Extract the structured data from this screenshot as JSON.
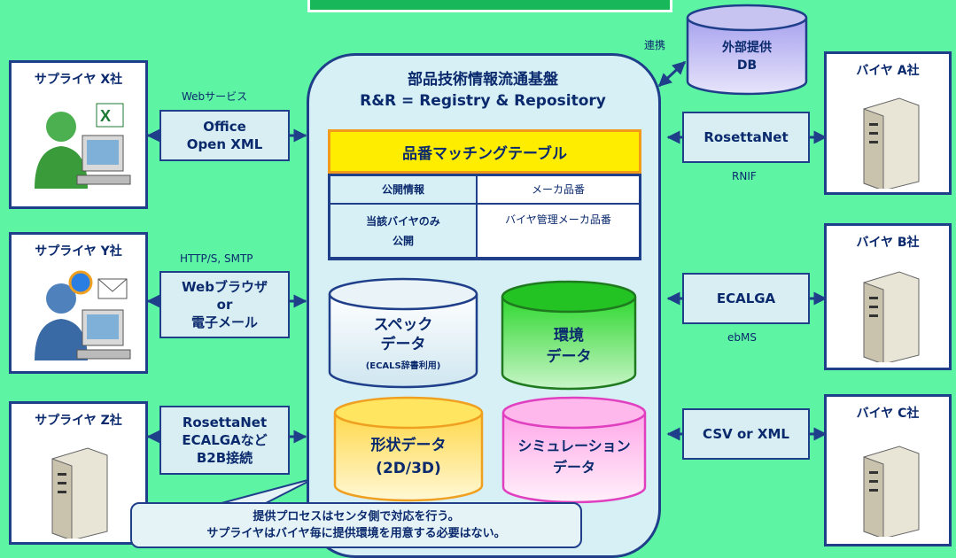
{
  "hub": {
    "title": "部品技術情報流通基盤",
    "subtitle": "R&R = Registry & Repository",
    "table_title": "品番マッチングテーブル",
    "rows": [
      {
        "label": "公開情報",
        "value": "メーカ品番"
      },
      {
        "label": "当該バイヤのみ\n公開",
        "value": "バイヤ管理メーカ品番"
      }
    ],
    "databases": {
      "spec": {
        "title": "スペック\nデータ",
        "sub": "(ECALS辞書利用)",
        "color": "#ffffff",
        "outline": "#1f3f8a"
      },
      "env": {
        "title": "環境\nデータ",
        "color": "#22cc22",
        "outline": "#1f7a1f"
      },
      "shape": {
        "title": "形状データ\n(2D/3D)",
        "color": "#ffe25a",
        "outline": "#f0a020"
      },
      "sim": {
        "title": "シミュレーション\nデータ",
        "color": "#ffc2ee",
        "outline": "#e040c0"
      }
    }
  },
  "external_db": {
    "title": "外部提供\nDB",
    "link_label": "連携"
  },
  "suppliers": [
    {
      "name": "サプライヤ X社",
      "proto_label": "Office\nOpen XML",
      "caption": "Webサービス",
      "icon": "user-excel-icon"
    },
    {
      "name": "サプライヤ Y社",
      "proto_label": "Webブラウザ\nor\n電子メール",
      "caption": "HTTP/S, SMTP",
      "icon": "user-mail-icon"
    },
    {
      "name": "サプライヤ Z社",
      "proto_label": "RosettaNet\nECALGAなど\nB2B接続",
      "caption": "",
      "icon": "server-icon"
    }
  ],
  "buyers": [
    {
      "name": "バイヤ A社",
      "proto_label": "RosettaNet",
      "caption": "RNIF",
      "icon": "server-icon"
    },
    {
      "name": "バイヤ B社",
      "proto_label": "ECALGA",
      "caption": "ebMS",
      "icon": "server-icon"
    },
    {
      "name": "バイヤ C社",
      "proto_label": "CSV or XML",
      "caption": "",
      "icon": "server-icon"
    }
  ],
  "note": {
    "line1": "提供プロセスはセンタ側で対応を行う。",
    "line2": "サプライヤはバイヤ毎に提供環境を用意する必要はない。"
  },
  "colors": {
    "background": "#5df5a4",
    "banner": "#18b85a",
    "navy": "#1f3f8a",
    "hub_fill": "#d7f0f5",
    "table_header": "#ffed00",
    "ext_db": "#c8c4f2"
  }
}
